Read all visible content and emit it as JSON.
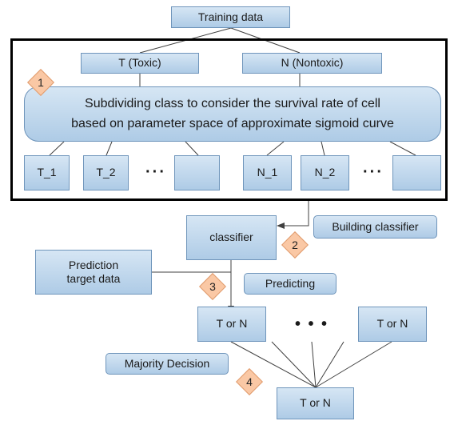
{
  "nodes": {
    "training_data": "Training data",
    "toxic": "T (Toxic)",
    "nontoxic": "N (Nontoxic)",
    "subdivide_line1": "Subdividing class to consider the survival rate of cell",
    "subdivide_line2": "based on parameter space of approximate sigmoid curve",
    "t1": "T_1",
    "t2": "T_2",
    "t_dots": "···",
    "t_last": "",
    "n1": "N_1",
    "n2": "N_2",
    "n_dots": "···",
    "n_last": "",
    "classifier": "classifier",
    "building_classifier": "Building classifier",
    "prediction_target_line1": "Prediction",
    "prediction_target_line2": "target data",
    "predicting": "Predicting",
    "t_or_n_left": "T or N",
    "t_or_n_right": "T or N",
    "middle_dots": "• • •",
    "majority_decision": "Majority Decision",
    "t_or_n_final": "T or N"
  },
  "steps": [
    "1",
    "2",
    "3",
    "4"
  ],
  "colors": {
    "box_fill_top": "#d6e6f4",
    "box_fill_bottom": "#aecbe6",
    "box_border": "#6f95bb",
    "step_fill": "#fac8a5",
    "step_border": "#e09b6d",
    "frame": "#000000",
    "connector": "#404040"
  }
}
